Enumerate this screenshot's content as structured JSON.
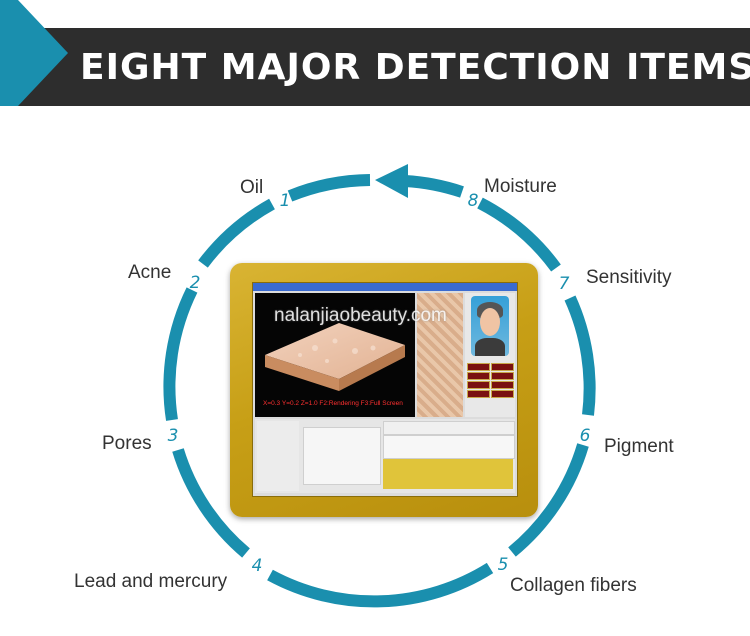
{
  "banner": {
    "title": "EIGHT MAJOR DETECTION ITEMS",
    "accent_color": "#1a8fae",
    "background_color": "#2d2d2d"
  },
  "items": [
    {
      "number": "1",
      "label": "Oil"
    },
    {
      "number": "2",
      "label": "Acne"
    },
    {
      "number": "3",
      "label": "Pores"
    },
    {
      "number": "4",
      "label": "Lead and mercury"
    },
    {
      "number": "5",
      "label": "Collagen fibers"
    },
    {
      "number": "6",
      "label": "Pigment"
    },
    {
      "number": "7",
      "label": "Sensitivity"
    },
    {
      "number": "8",
      "label": "Moisture"
    }
  ],
  "device": {
    "viewer_info": "X=0.3  Y=0.2  Z=1.0   F2:Rendering   F3:Full Screen",
    "frame_color": "#c9a320"
  },
  "watermark": "nalanjiaobeauty.com"
}
